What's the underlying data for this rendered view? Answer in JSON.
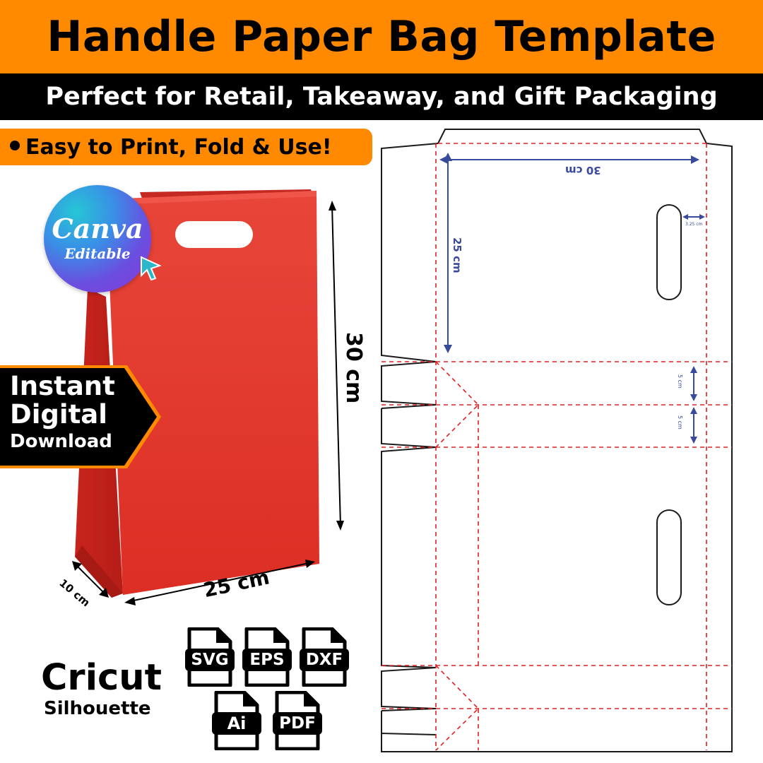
{
  "header": {
    "title": "Handle Paper Bag Template",
    "subtitle": "Perfect for Retail, Takeaway, and Gift Packaging",
    "feature": "Easy to Print, Fold & Use!"
  },
  "canva_badge": {
    "word": "Canva",
    "sub": "Editable"
  },
  "download_badge": {
    "line1": "Instant",
    "line2": "Digital",
    "line3": "Download"
  },
  "bag_dimensions": {
    "height": "30 cm",
    "width": "25 cm",
    "depth": "10 cm"
  },
  "template_dimensions": {
    "width": "30 cm",
    "height": "25 cm",
    "handle_offset": "3.25 cm",
    "gusset_top": "5 cm",
    "gusset_bottom": "5 cm"
  },
  "compatibility": {
    "primary": "Cricut",
    "secondary": "Silhouette"
  },
  "file_formats": [
    "SVG",
    "EPS",
    "DXF",
    "Ai",
    "PDF"
  ],
  "colors": {
    "accent": "#ff8a00",
    "bag_red": "#e5322b",
    "dieline": "#1a1a1a",
    "fold_line": "#e02020",
    "dimension": "#3a4a9a"
  }
}
